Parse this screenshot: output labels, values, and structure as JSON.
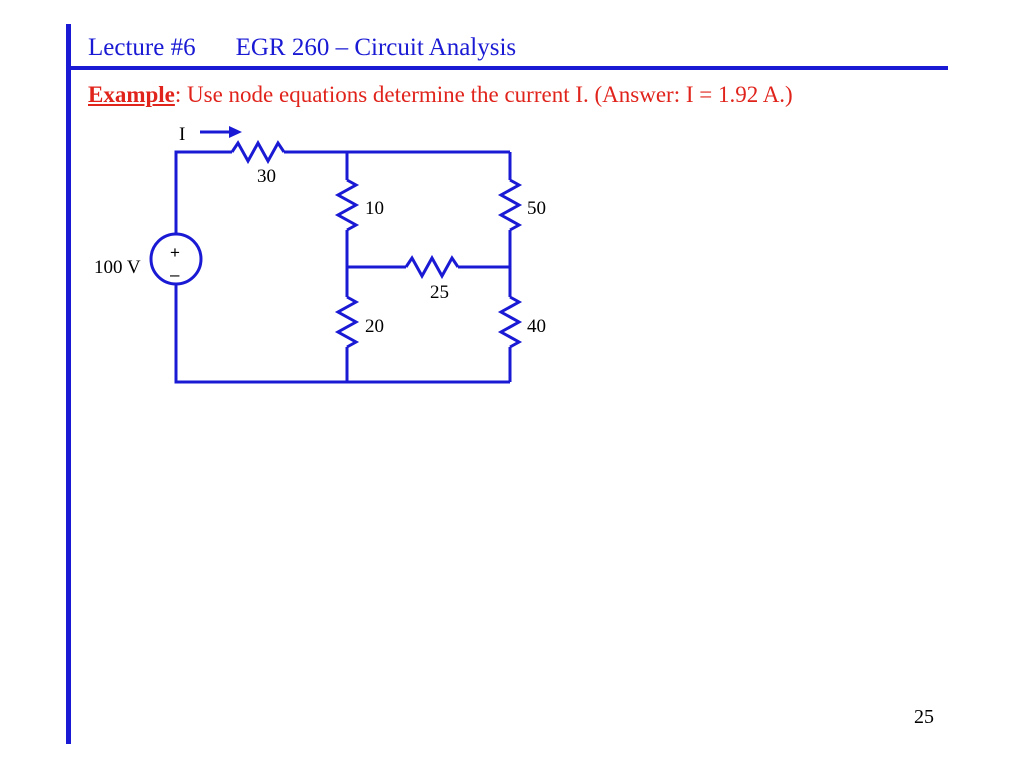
{
  "slide": {
    "lecture": "Lecture #6",
    "course": "EGR 260 – Circuit Analysis",
    "example_label": "Example",
    "example_text": ":  Use node equations determine the current I.  (Answer:  I = 1.92 A.)",
    "page_number": "25"
  },
  "circuit": {
    "current_label": "I",
    "source_label": "100 V",
    "source_plus": "+",
    "source_minus": "–",
    "resistors": {
      "r30": "30",
      "r10": "10",
      "r50": "50",
      "r25": "25",
      "r20": "20",
      "r40": "40"
    },
    "colors": {
      "wire": "#1a1ad4",
      "title": "#1a1ad4",
      "example": "#e0231b",
      "labels": "#000000"
    }
  }
}
